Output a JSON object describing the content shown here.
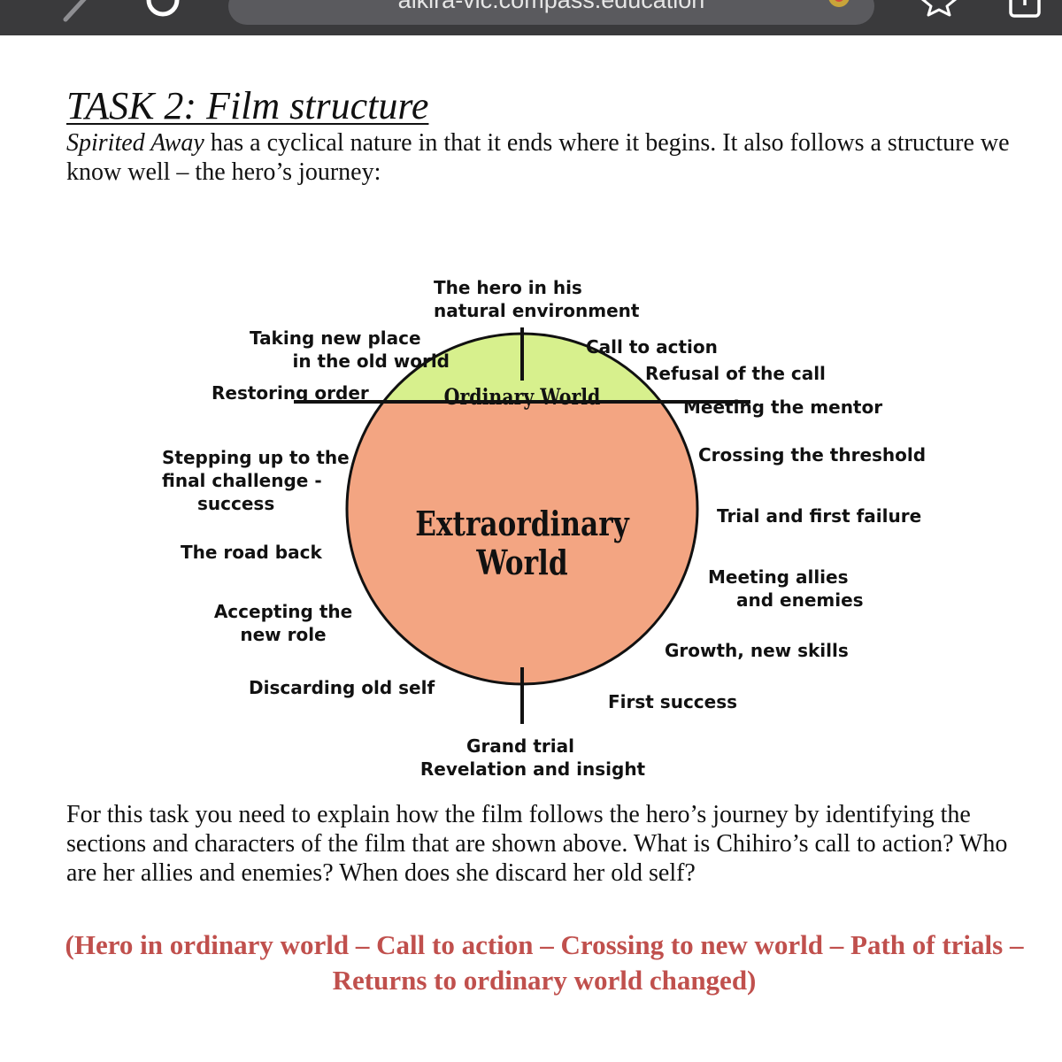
{
  "browser": {
    "url": "aikira-vic.compass.education"
  },
  "document": {
    "title": "TASK 2: Film structure",
    "intro_title_italic": "Spirited Away",
    "intro_rest": " has a cyclical nature in that it ends where it begins. It also follows a structure we know well – the hero’s journey:",
    "body": "For this task you need to explain how the film follows the hero’s journey by identifying the sections and characters of the film that are shown above. What is Chihiro’s call to action? Who are her allies and enemies? When does she discard her old self?",
    "summary": "(Hero in ordinary world – Call to action – Crossing to new world – Path of trials – Returns to ordinary world changed)"
  },
  "diagram": {
    "ordinary_world": "Ordinary World",
    "extraordinary_world_line1": "Extraordinary",
    "extraordinary_world_line2": "World",
    "stages": {
      "natural_environment_1": "The hero in his",
      "natural_environment_2": "natural environment",
      "call_to_action": "Call to action",
      "refusal_of_call": "Refusal of the call",
      "meeting_mentor": "Meeting the mentor",
      "crossing_threshold": "Crossing the threshold",
      "trial_first_failure": "Trial and first failure",
      "meeting_allies_1": "Meeting allies",
      "meeting_allies_2": "and enemies",
      "growth_skills": "Growth, new skills",
      "first_success": "First success",
      "grand_trial": "Grand trial",
      "revelation": "Revelation and insight",
      "discarding_self": "Discarding old self",
      "accepting_role_1": "Accepting the",
      "accepting_role_2": "new role",
      "road_back": "The road back",
      "final_challenge_1": "Stepping up to the",
      "final_challenge_2": "final challenge -",
      "final_challenge_3": "success",
      "restoring_order": "Restoring order",
      "new_place_1": "Taking new place",
      "new_place_2": "in the old world"
    },
    "colors": {
      "ordinary": "#d7f08d",
      "extraordinary": "#f3a582",
      "outline": "#111111"
    }
  },
  "colors": {
    "browser_bar": "#3a3a3c",
    "url_pill": "#5a5a5e",
    "summary_text": "#c0504d"
  },
  "icons": [
    "back-arrow-icon",
    "reload-icon",
    "site-info-icon",
    "extension-icon",
    "bookmark-star-icon",
    "share-icon"
  ]
}
